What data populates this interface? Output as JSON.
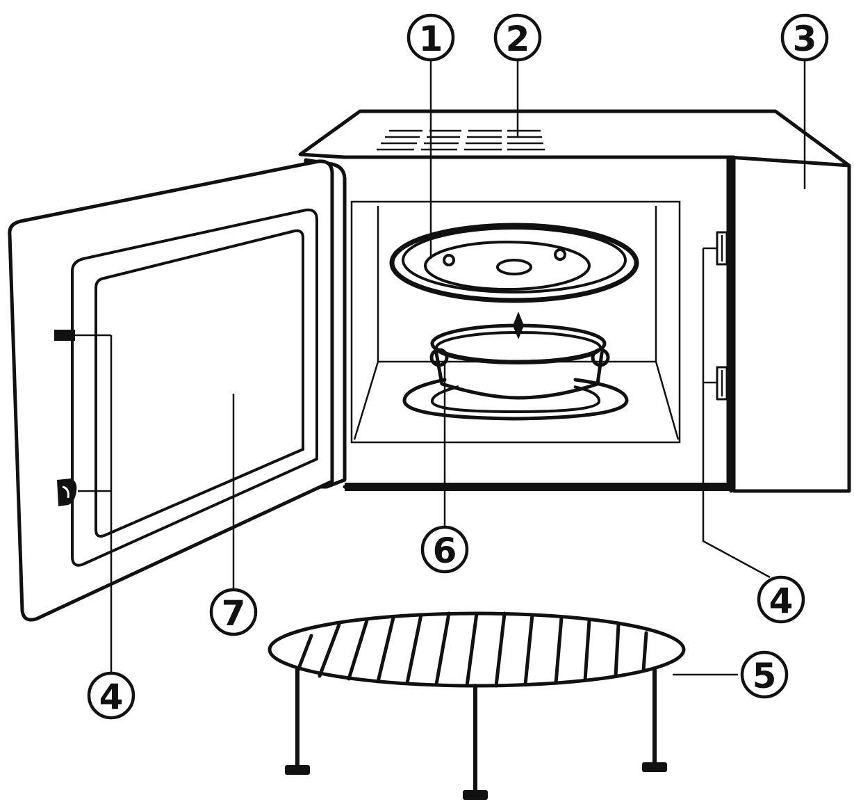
{
  "callouts": {
    "c1": "1",
    "c2": "2",
    "c3": "3",
    "c4_left": "4",
    "c4_right": "4",
    "c5": "5",
    "c6": "6",
    "c7": "7"
  },
  "colors": {
    "line": "#111111",
    "background": "#ffffff"
  }
}
